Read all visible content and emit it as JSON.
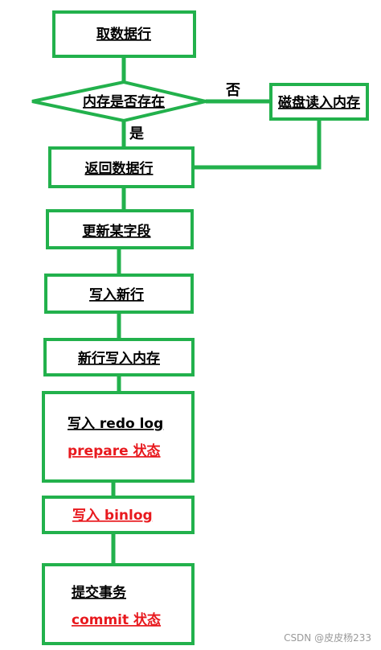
{
  "nodes": {
    "fetch_row": "取数据行",
    "in_memory": "内存是否存在",
    "disk_read": "磁盘读入内存",
    "return_row": "返回数据行",
    "update_field": "更新某字段",
    "write_new_row": "写入新行",
    "new_row_to_memory": "新行写入内存",
    "write_redo": "写入 redo log",
    "redo_state": "prepare 状态",
    "write_binlog": "写入 binlog",
    "commit_tx": "提交事务",
    "commit_state": "commit 状态"
  },
  "edges": {
    "no": "否",
    "yes": "是"
  },
  "colors": {
    "stroke": "#22b14c",
    "accent_text": "#e8191e"
  },
  "watermark": "CSDN @皮皮杨233"
}
